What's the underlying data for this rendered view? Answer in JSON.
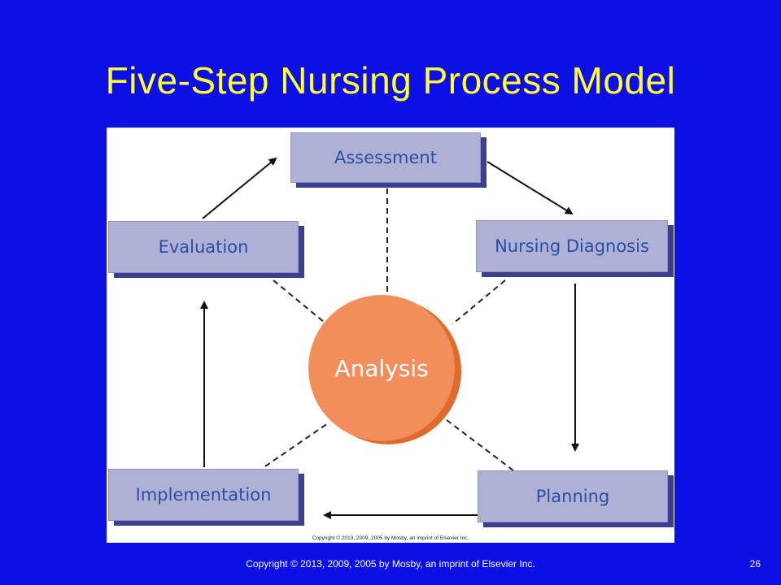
{
  "slide": {
    "title": "Five-Step Nursing Process Model",
    "footer": "Copyright © 2013, 2009, 2005 by Mosby, an imprint of Elsevier Inc.",
    "page_number": "26"
  },
  "diagram": {
    "steps": {
      "assessment": "Assessment",
      "nursing_diagnosis": "Nursing Diagnosis",
      "planning": "Planning",
      "implementation": "Implementation",
      "evaluation": "Evaluation"
    },
    "center": "Analysis",
    "figure_copyright": "Copyright © 2013, 2009, 2005 by Mosby, an imprint of Elsevier Inc."
  },
  "colors": {
    "background": "#0c10e6",
    "title": "#ffff33",
    "box_fill": "#aeb0d6",
    "box_text": "#2a4fa2",
    "center_fill": "#f28e5c"
  }
}
